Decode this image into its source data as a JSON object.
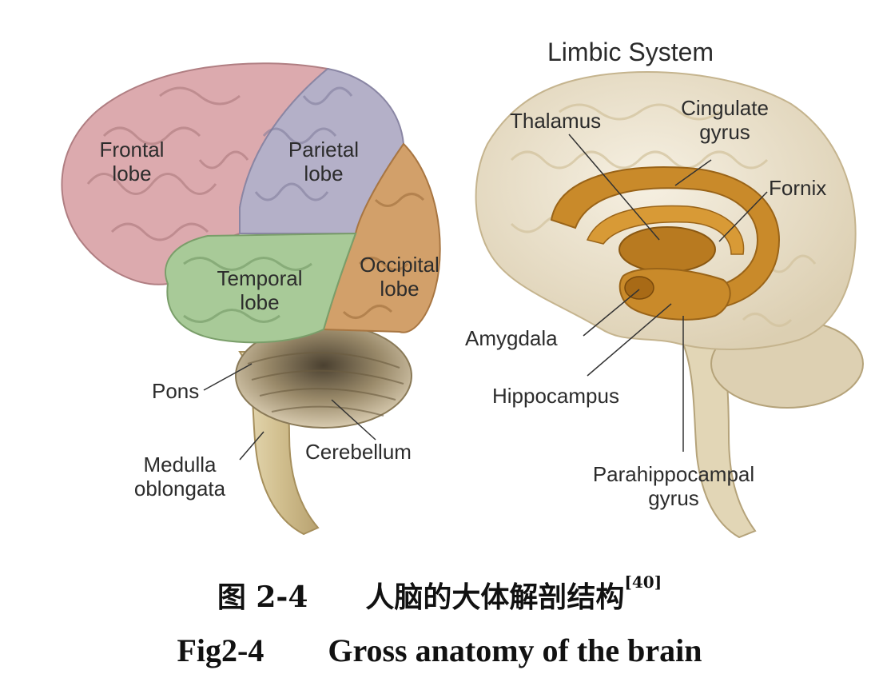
{
  "left_figure": {
    "labels": {
      "frontal": [
        "Frontal",
        "lobe"
      ],
      "parietal": [
        "Parietal",
        "lobe"
      ],
      "temporal": [
        "Temporal",
        "lobe"
      ],
      "occipital": [
        "Occipital",
        "lobe"
      ],
      "pons": "Pons",
      "medulla": [
        "Medulla",
        "oblongata"
      ],
      "cerebellum": "Cerebellum"
    }
  },
  "right_figure": {
    "title": "Limbic System",
    "labels": {
      "thalamus": "Thalamus",
      "cingulate": [
        "Cingulate",
        "gyrus"
      ],
      "fornix": "Fornix",
      "amygdala": "Amygdala",
      "hippocampus": "Hippocampus",
      "parahippocampal": [
        "Parahippocampal",
        "gyrus"
      ]
    }
  },
  "caption": {
    "cn_prefix": "图 2-4",
    "cn_text": "人脑的大体解剖结构",
    "cn_ref": "[40]",
    "en_prefix": "Fig2-4",
    "en_text": "Gross anatomy of the brain"
  },
  "colors": {
    "frontal": "#dcaaae",
    "parietal": "#b4b0c8",
    "temporal": "#a8ca98",
    "occipital": "#d2a06a",
    "cerebellum": "#bfae8e",
    "brainstem": "#d8c9a0",
    "limbic_brain": "#ece4d0",
    "limbic_structures": "#c98a2a"
  }
}
